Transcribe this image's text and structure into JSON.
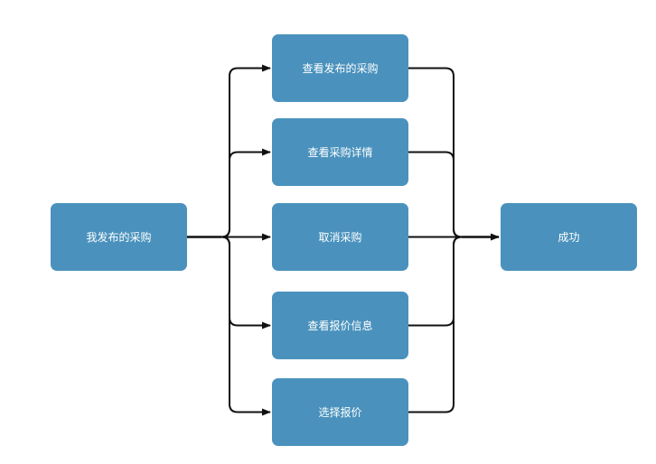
{
  "diagram": {
    "start": {
      "label": "我发布的采购"
    },
    "actions": [
      {
        "label": "查看发布的采购"
      },
      {
        "label": "查看采购详情"
      },
      {
        "label": "取消采购"
      },
      {
        "label": "查看报价信息"
      },
      {
        "label": "选择报价"
      }
    ],
    "end": {
      "label": "成功"
    },
    "colors": {
      "node_fill": "#4a92bd",
      "node_text": "#ffffff",
      "connector": "#111111"
    }
  }
}
